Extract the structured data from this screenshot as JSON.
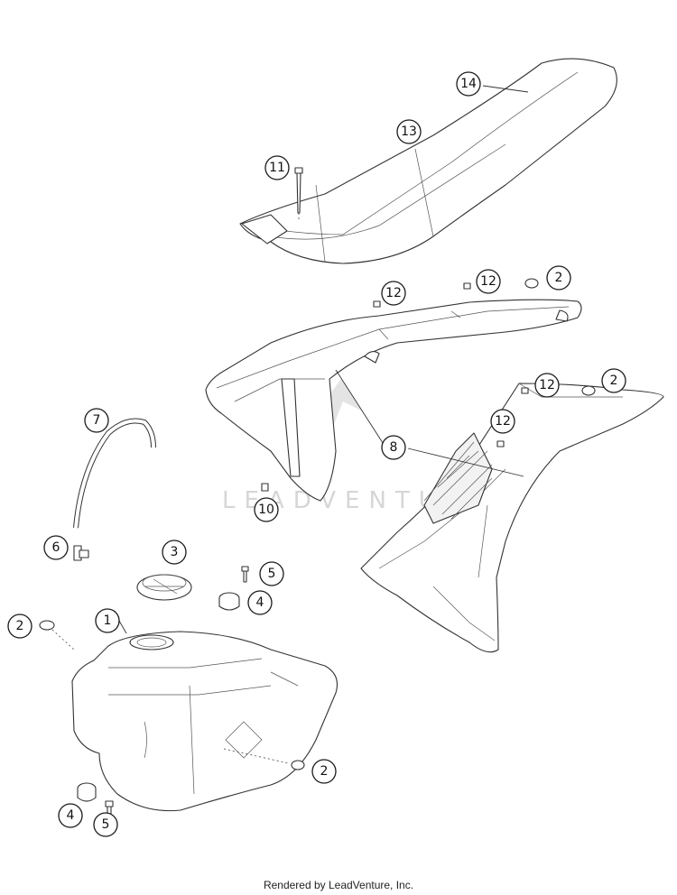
{
  "watermark": "LEADVENTURE",
  "footer": "Rendered by LeadVenture, Inc.",
  "callouts": {
    "c14": "14",
    "c13": "13",
    "c11": "11",
    "c12a": "12",
    "c12b": "12",
    "c12c": "12",
    "c12d": "12",
    "c2a": "2",
    "c2b": "2",
    "c2c": "2",
    "c2d": "2",
    "c8": "8",
    "c7": "7",
    "c6": "6",
    "c10": "10",
    "c3": "3",
    "c5a": "5",
    "c4a": "4",
    "c1": "1",
    "c4b": "4",
    "c5b": "5"
  }
}
